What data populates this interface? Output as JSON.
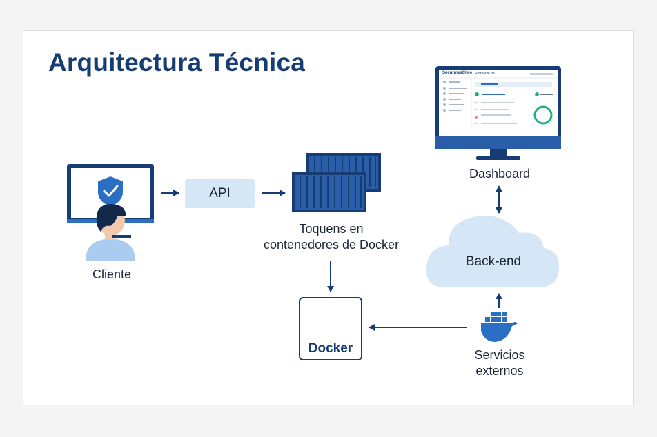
{
  "title": "Arquitectura Técnica",
  "nodes": {
    "client": "Cliente",
    "api": "API",
    "containers_line1": "Toquens en",
    "containers_line2": "contenedores de Docker",
    "dashboard": "Dashboard",
    "backend": "Back-end",
    "docker": "Docker",
    "services_line1": "Servicios",
    "services_line2": "externos"
  },
  "dashboard_screen": {
    "brand": "SecurmesCiwo",
    "tab": "Refreacte de"
  },
  "colors": {
    "navy": "#163d73",
    "blue": "#2a6fc4",
    "light_blue": "#d5e7f7",
    "green": "#22b07d"
  },
  "icons": [
    "shield-check-icon",
    "person-icon",
    "container-icon",
    "docker-whale-icon",
    "cloud-icon",
    "monitor-icon"
  ]
}
